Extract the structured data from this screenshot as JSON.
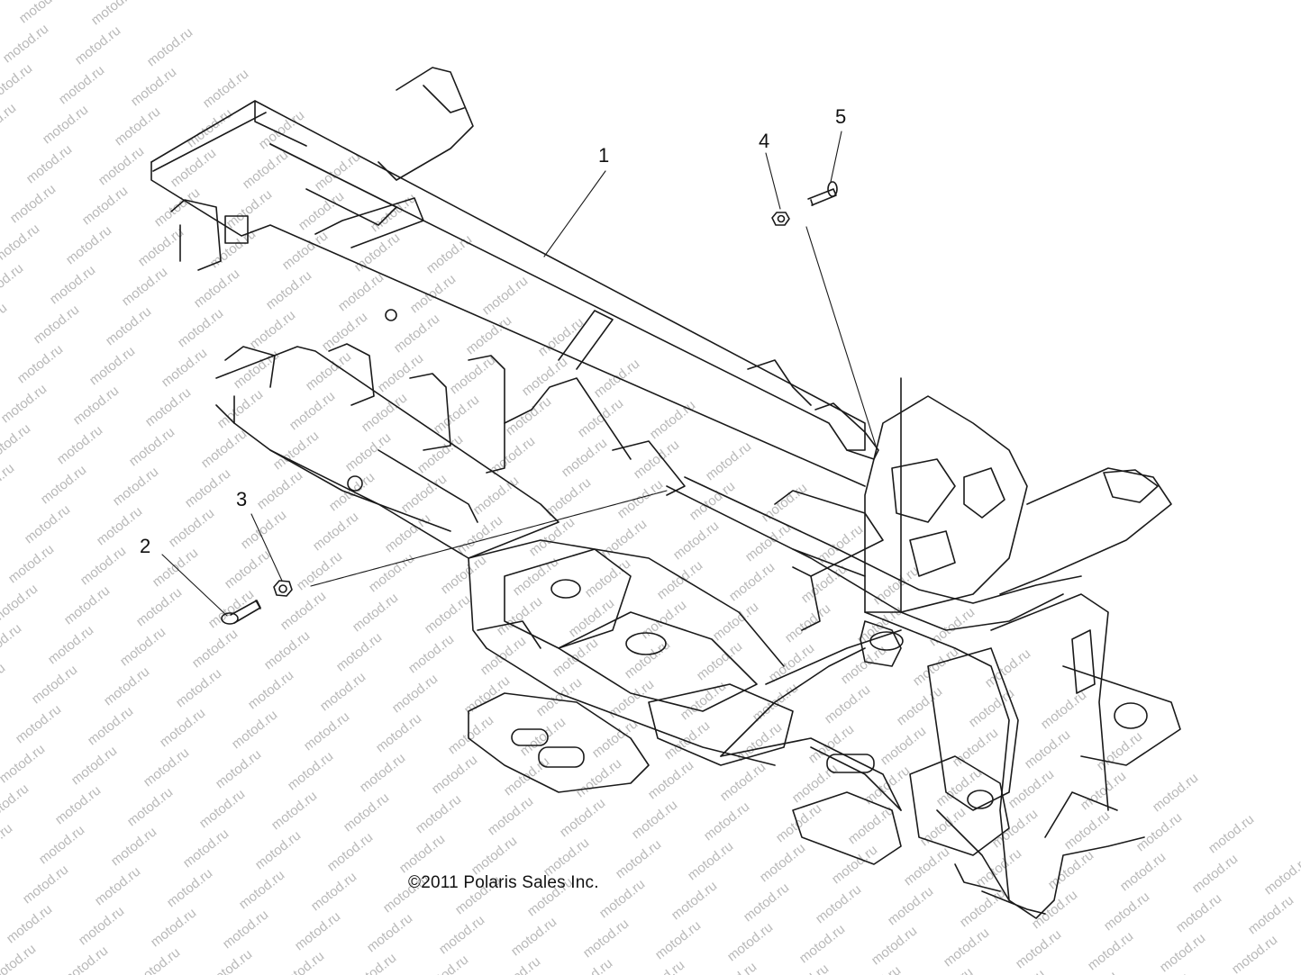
{
  "watermark": {
    "text": "motod.ru"
  },
  "callouts": [
    {
      "id": "1",
      "label": "1"
    },
    {
      "id": "2",
      "label": "2"
    },
    {
      "id": "3",
      "label": "3"
    },
    {
      "id": "4",
      "label": "4"
    },
    {
      "id": "5",
      "label": "5"
    }
  ],
  "copyright": "©2011 Polaris Sales Inc.",
  "colors": {
    "line": "#1a1a1a",
    "watermark": "#b9b9b9",
    "background": "#ffffff"
  }
}
